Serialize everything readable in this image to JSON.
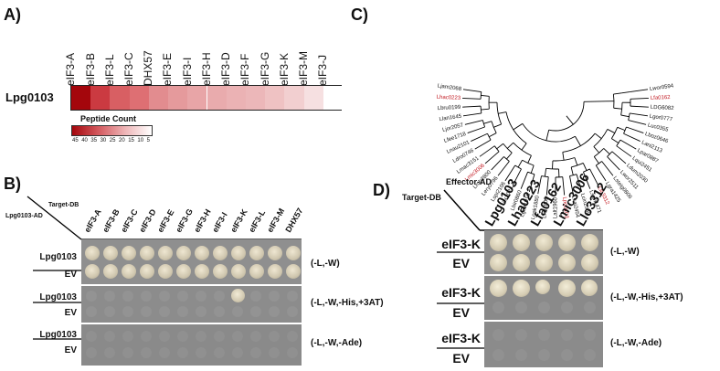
{
  "panel_a": {
    "letter": "A)",
    "row_label": "Lpg0103",
    "columns": [
      "eIF3-A",
      "eIF3-B",
      "eIF3-L",
      "eIF3-C",
      "DHX57",
      "eIF3-E",
      "eIF3-I",
      "eIF3-H",
      "eIF3-D",
      "eIF3-F",
      "eIF3-G",
      "eIF3-K",
      "eIF3-M",
      "eIF3-J"
    ],
    "legend_title": "Peptide Count",
    "legend_ticks": [
      "45",
      "40",
      "35",
      "30",
      "25",
      "20",
      "15",
      "10",
      "5"
    ]
  },
  "panel_b": {
    "letter": "B)",
    "target_label": "Target-DB",
    "ad_label": "Lpg0103-AD",
    "columns": [
      "eIF3-A",
      "eIF3-B",
      "eIF3-C",
      "eIF3-D",
      "eIF3-E",
      "eIF3-G",
      "eIF3-H",
      "eIF3-I",
      "eIF3-K",
      "eIF3-L",
      "eIF3-M",
      "DHX57"
    ],
    "rows": [
      "Lpg0103",
      "EV"
    ],
    "conditions": [
      "(-L,-W)",
      "(-L,-W,-His,+3AT)",
      "(-L,-W,-Ade)"
    ]
  },
  "panel_c": {
    "letter": "C)",
    "leaves": [
      "Ljam2068",
      "Lhac0223",
      "Lbru0199",
      "Llan1645",
      "Ljor2057",
      "Lfee1718",
      "Lnau2101",
      "Ldro0746",
      "Lmac3151",
      "Lmic3006",
      "Lrub2800",
      "Lery0796",
      "Lspi2106",
      "Lisr1024",
      "Lbir0860",
      "Lgee1916",
      "Loak1880",
      "Lrol1802",
      "Lalt1960",
      "Lpg0103",
      "Lsai2454",
      "Lcin2569",
      "Lsan1471",
      "Llo3312",
      "Lgra1425",
      "Lsteig0806",
      "Lwor2511",
      "Ldum2030",
      "Lqui2451",
      "Lpar0887",
      "Lani2113",
      "Lboz0646",
      "Luc0355",
      "Lgor0777",
      "LDG6082",
      "Lfa0162",
      "Lwor0594"
    ],
    "highlighted": [
      "Lhac0223",
      "Lmic3006",
      "Lpg0103",
      "Llo3312",
      "Lfa0162"
    ],
    "highlight_color": "#c0141c"
  },
  "panel_d": {
    "letter": "D)",
    "effector_label": "Effector-AD",
    "target_label": "Target-DB",
    "columns": [
      "Lpg0103",
      "Lha0223",
      "Lfa0162",
      "Lmic3006",
      "Llo3312"
    ],
    "rows": [
      "eIF3-K",
      "EV"
    ],
    "conditions": [
      "(-L,-W)",
      "(-L,-W,-His,+3AT)",
      "(-L,-W,-Ade)"
    ]
  }
}
